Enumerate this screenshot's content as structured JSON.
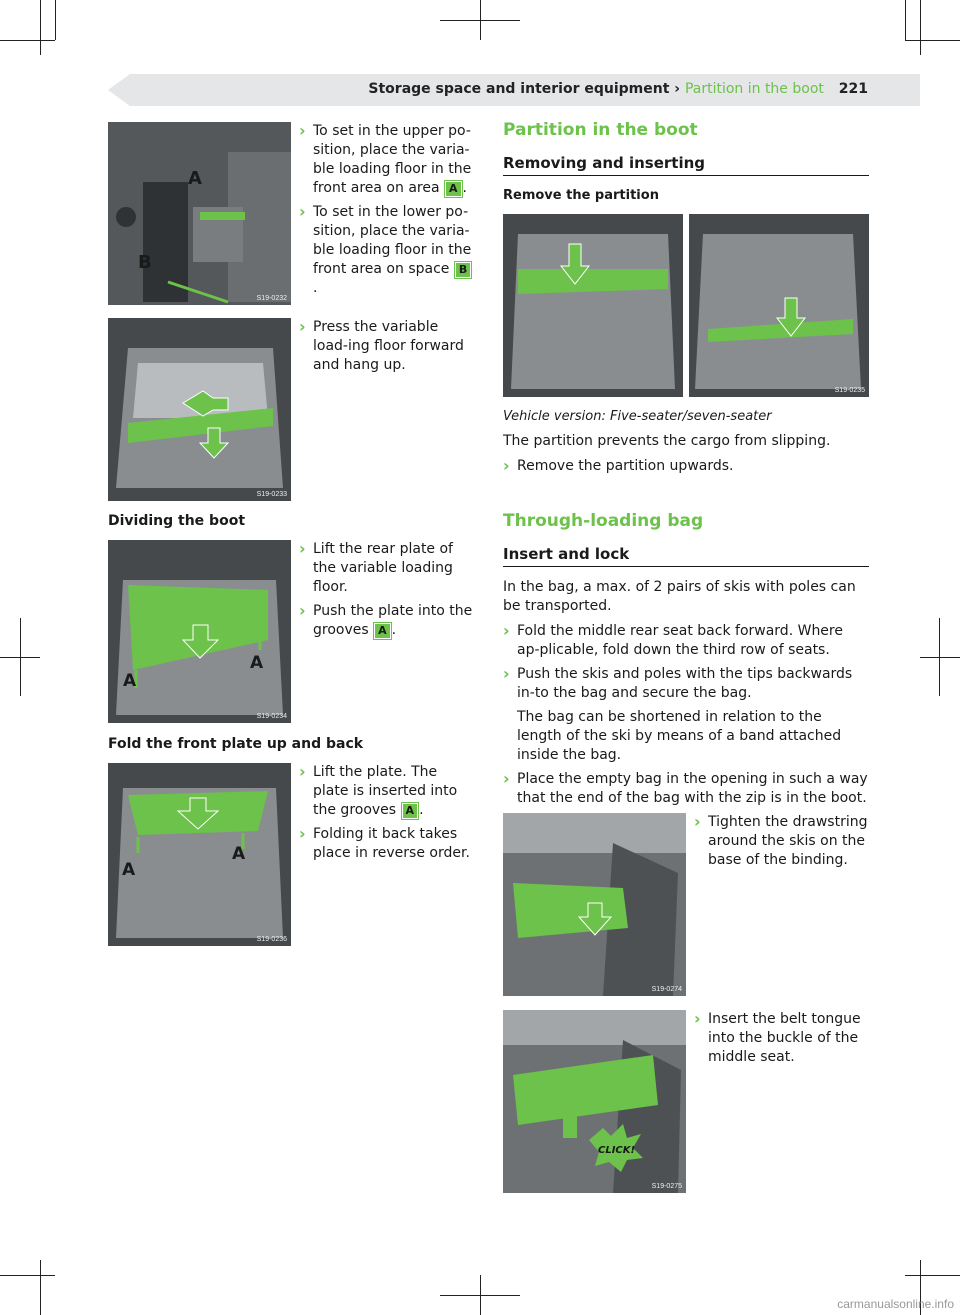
{
  "header": {
    "section": "Storage space and interior equipment",
    "separator": "›",
    "current": "Partition in the boot",
    "page_number": "221"
  },
  "figures": {
    "f232": "S19-0232",
    "f233": "S19-0233",
    "f234": "S19-0234",
    "f236": "S19-0236",
    "f235": "S19-0235",
    "f274": "S19-0274",
    "f275": "S19-0275"
  },
  "callouts": {
    "a": "A",
    "b": "B",
    "click": "CLICK!"
  },
  "left": {
    "set_upper_1": "To set in the upper po-sition, place the varia-ble loading floor in the front area on area",
    "set_lower_1": "To set in the lower po-sition, place the varia-ble loading floor in the front area on space",
    "press": "Press the variable load-ing floor forward and hang up.",
    "dividing_title": "Dividing the boot",
    "lift_rear": "Lift the rear plate of the variable loading floor.",
    "push_plate": "Push the plate into the grooves",
    "fold_title": "Fold the front plate up and back",
    "lift_plate": "Lift the plate. The plate is inserted into the grooves",
    "folding_back": "Folding it back takes place in reverse order.",
    "period": "."
  },
  "right": {
    "partition_title": "Partition in the boot",
    "removing_title": "Removing and inserting",
    "remove_title": "Remove the partition",
    "vehicle_version": "Vehicle version: Five-seater/seven-seater",
    "prevents": "The partition prevents the cargo from slipping.",
    "remove_up": "Remove the partition upwards.",
    "bag_title": "Through-loading bag",
    "insert_lock": "Insert and lock",
    "bag_intro": "In the bag, a max. of 2 pairs of skis with poles can be transported.",
    "fold_seat": "Fold the middle rear seat back forward. Where ap-plicable, fold down the third row of seats.",
    "push_skis": "Push the skis and poles with the tips backwards in-to the bag and secure the bag.",
    "shortened": "The bag can be shortened in relation to the length of the ski by means of a band attached inside the bag.",
    "place_bag": "Place the empty bag in the opening in such a way that the end of the bag with the zip is in the boot.",
    "tighten": "Tighten the drawstring around the skis on the base of the binding.",
    "insert_belt": "Insert the belt tongue into the buckle of the middle seat."
  },
  "watermark": "carmanualsonline.info",
  "colors": {
    "accent": "#6cc24a",
    "header_bg": "#e4e6e7",
    "photo_bg": "#3a3d40"
  }
}
